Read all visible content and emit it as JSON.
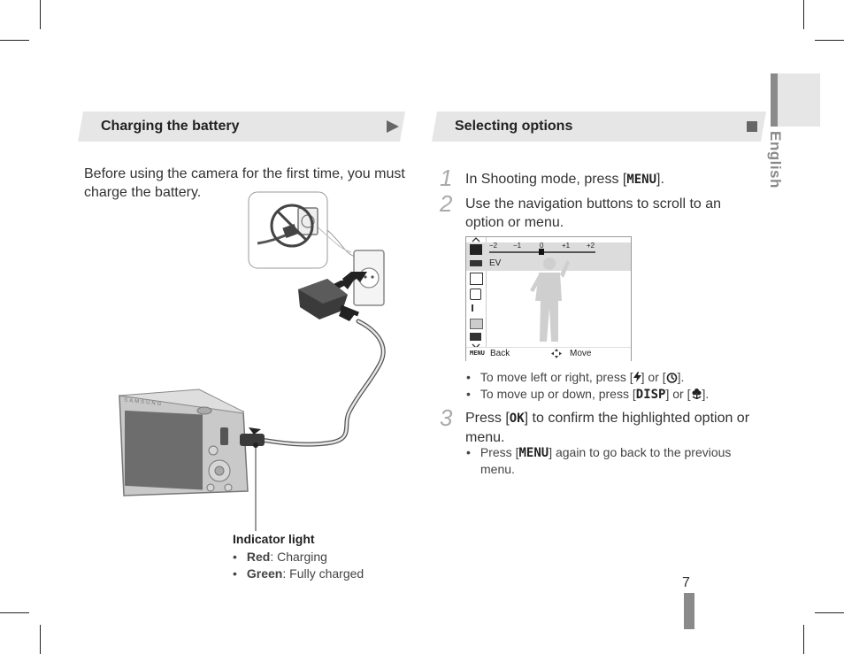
{
  "sections": {
    "left_title": "Charging the battery",
    "right_title": "Selecting options"
  },
  "sidebar": {
    "language": "English"
  },
  "charging": {
    "intro_line1": "Before using the camera for the first time, you must",
    "intro_line2": "charge the battery.",
    "camera_brand": "SAMSUNG",
    "indicator_title": "Indicator light",
    "indicator_items": [
      {
        "label": "Red",
        "desc": ": Charging"
      },
      {
        "label": "Green",
        "desc": ": Fully charged"
      }
    ]
  },
  "steps": [
    {
      "number": "1",
      "line1_pre": "In Shooting mode, press [",
      "key": "MENU",
      "line1_post": "]."
    },
    {
      "number": "2",
      "line1": "Use the navigation buttons to scroll to an",
      "line2": "option or menu."
    },
    {
      "number": "3",
      "line1_pre": "Press [",
      "key": "OK",
      "line1_post": "] to confirm the highlighted option or",
      "line2": "menu."
    }
  ],
  "step2_bullets": [
    {
      "pre": "To move left or right, press [",
      "mid": "] or [",
      "post": "]."
    },
    {
      "pre": "To move up or down, press [",
      "key": "DISP",
      "mid": "] or [",
      "post": "]."
    }
  ],
  "step3_bullet": {
    "pre": "Press [",
    "key": "MENU",
    "post1": "] again to go back to the previous",
    "post2": "menu."
  },
  "screen": {
    "scale": [
      "−2",
      "−1",
      "0",
      "+1",
      "+2"
    ],
    "selected_label": "EV",
    "footer_back_key": "MENU",
    "footer_back": "Back",
    "footer_move": "Move"
  },
  "page": {
    "number": "7"
  },
  "colors": {
    "accent_gray": "#8a8a8a",
    "bar_gray": "#e6e6e6"
  }
}
